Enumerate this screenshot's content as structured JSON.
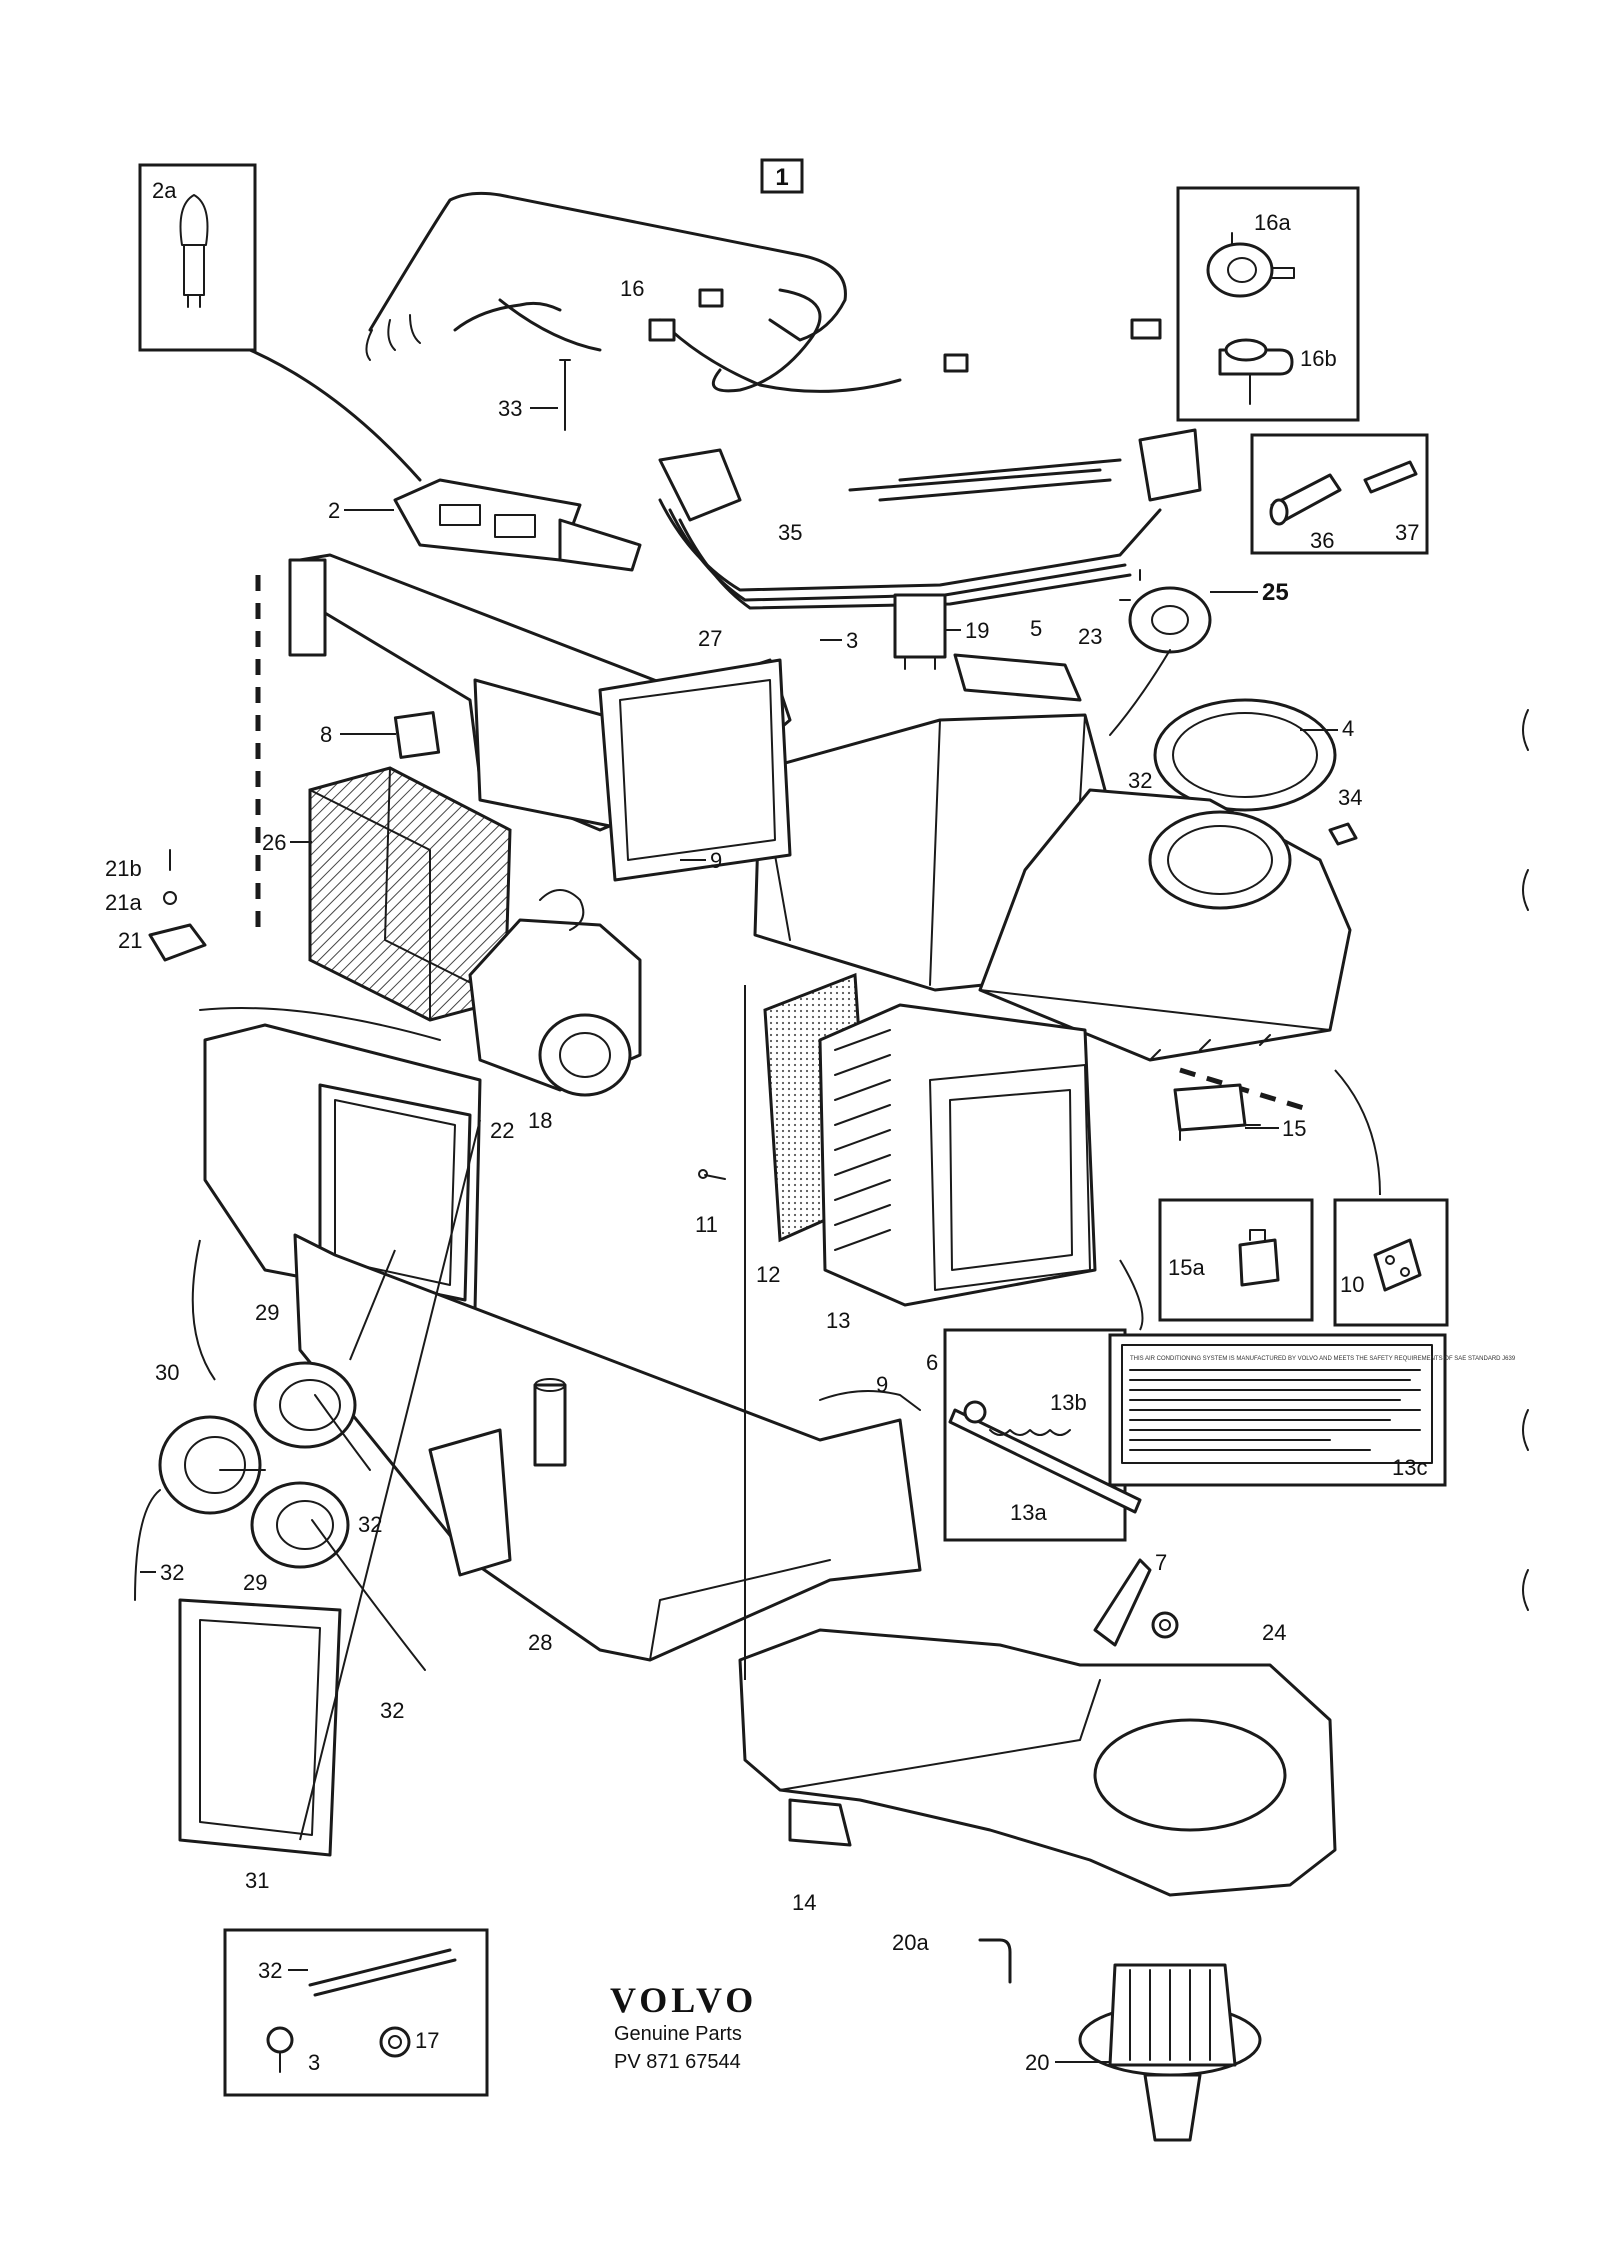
{
  "brand": {
    "logo": "VOLVO",
    "line1": "Genuine Parts",
    "line2": "PV 871 67544"
  },
  "diagram_number": "1",
  "callouts": [
    "2a",
    "2",
    "33",
    "16",
    "16a",
    "16b",
    "35",
    "36",
    "37",
    "25",
    "3",
    "19",
    "5",
    "23",
    "27",
    "4",
    "8",
    "32",
    "34",
    "26",
    "21b",
    "21a",
    "21",
    "9",
    "18",
    "22",
    "11",
    "12",
    "13",
    "6",
    "15",
    "15a",
    "10",
    "13b",
    "13a",
    "13c",
    "29",
    "30",
    "28",
    "24",
    "7",
    "31",
    "14",
    "20a",
    "20",
    "17"
  ],
  "label_text": "THIS AIR CONDITIONING SYSTEM IS MANUFACTURED BY VOLVO AND MEETS THE SAFETY REQUIREMENTS OF SAE STANDARD J639",
  "icons": [
    "bulb-icon",
    "blower-fan-icon",
    "vacuum-motor-icon"
  ],
  "colors": {
    "ink": "#1a1a1a",
    "paper": "#ffffff"
  }
}
